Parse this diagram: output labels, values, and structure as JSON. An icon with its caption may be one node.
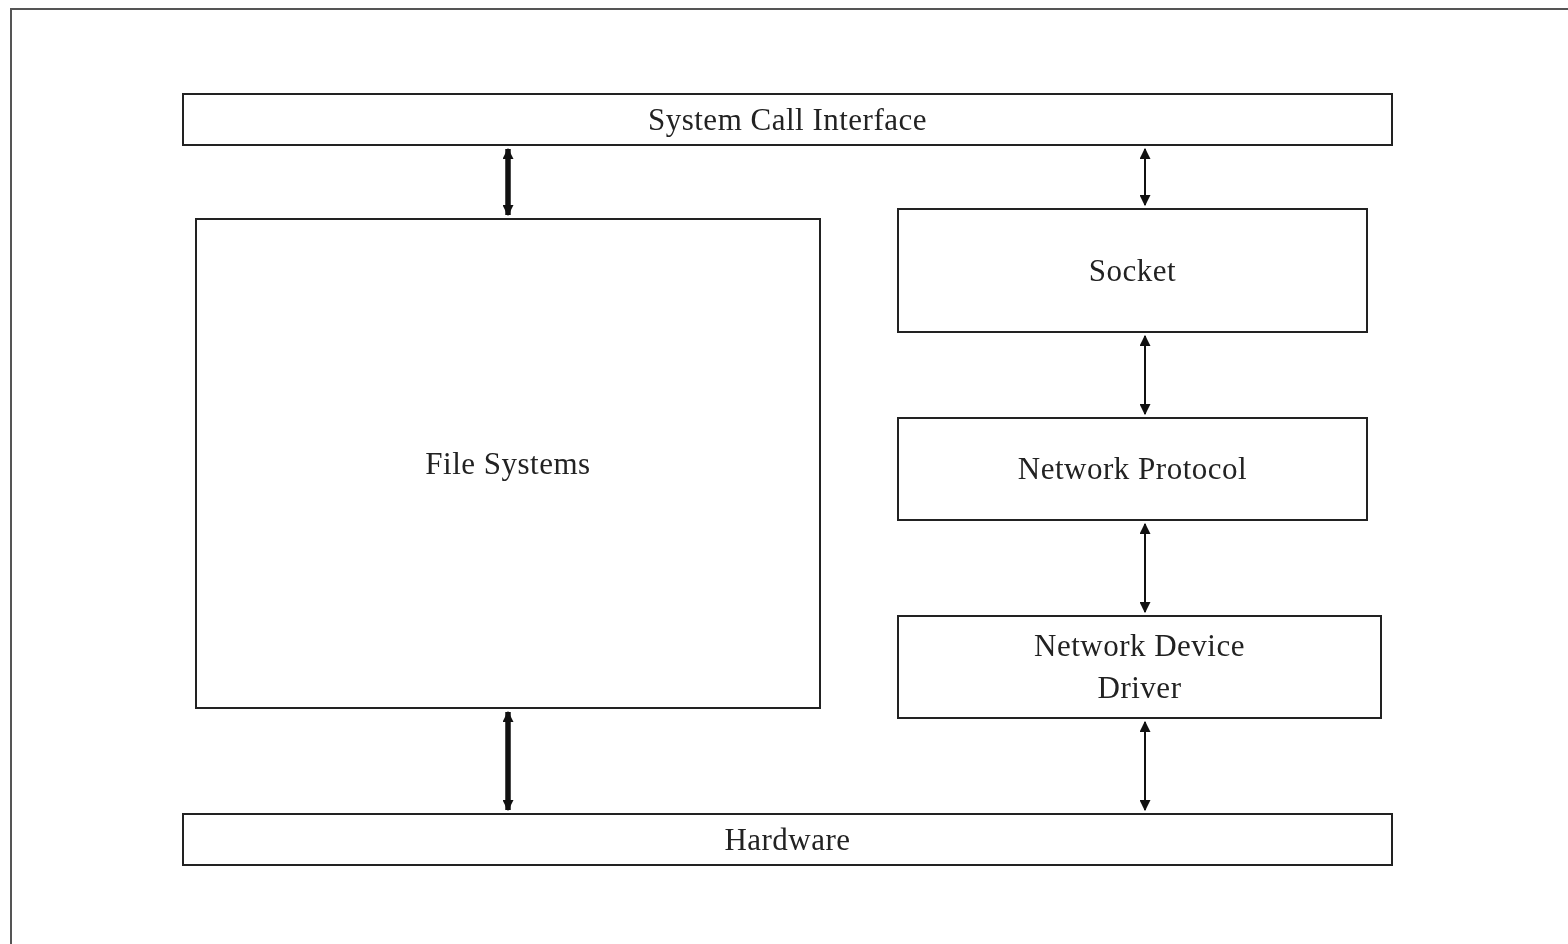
{
  "diagram": {
    "nodes": [
      {
        "text": [
          "System Call Interface"
        ]
      },
      {
        "text": [
          "File Systems"
        ]
      },
      {
        "text": [
          "Socket"
        ]
      },
      {
        "text": [
          "Network Protocol"
        ]
      },
      {
        "text": [
          "Network Device Driver"
        ]
      },
      {
        "text": [
          "Hardware"
        ]
      }
    ],
    "edges": [
      {
        "from": 0,
        "to": 1,
        "arrow": "both",
        "style": "thick"
      },
      {
        "from": 0,
        "to": 2,
        "arrow": "both"
      },
      {
        "from": 2,
        "to": 3,
        "arrow": "both"
      },
      {
        "from": 3,
        "to": 4,
        "arrow": "both"
      },
      {
        "from": 1,
        "to": 5,
        "arrow": "both",
        "style": "thick"
      },
      {
        "from": 4,
        "to": 5,
        "arrow": "both"
      }
    ]
  }
}
